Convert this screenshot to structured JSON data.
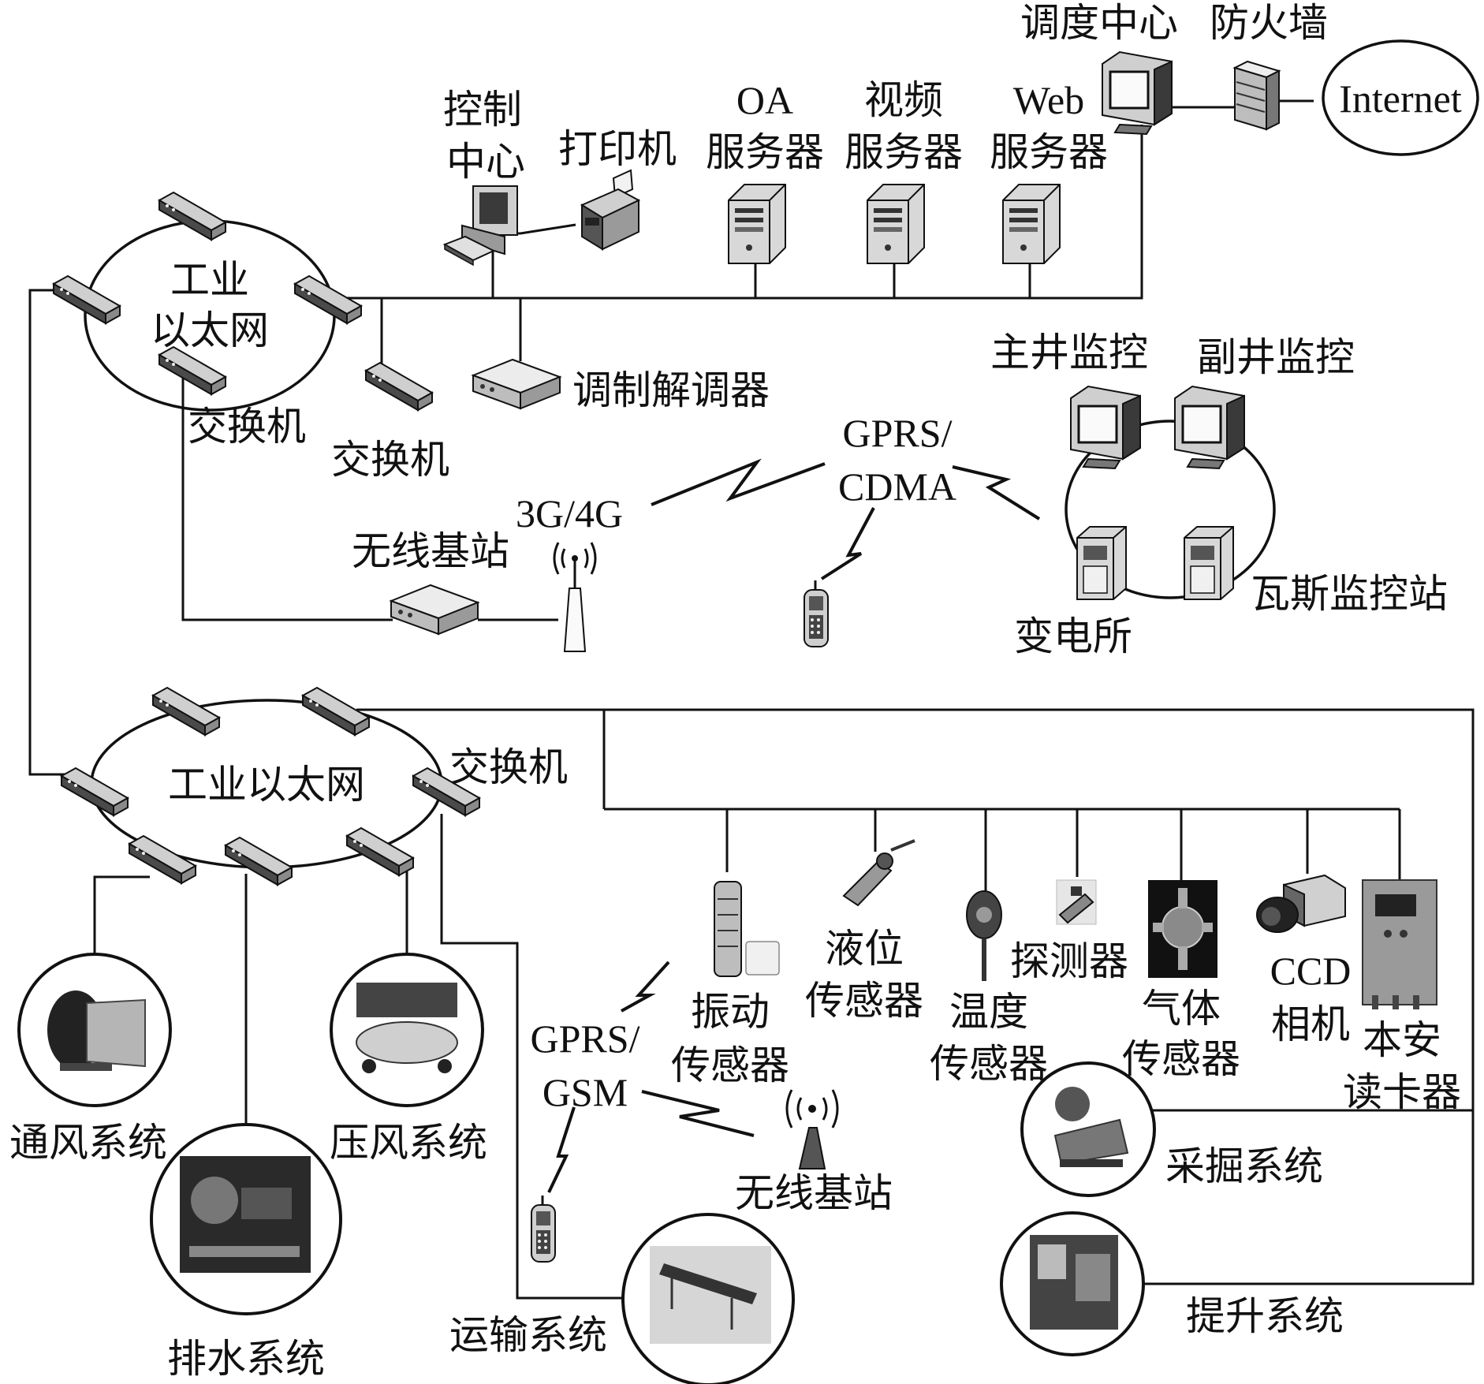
{
  "labels": {
    "dispatch_center": "调度中心",
    "firewall": "防火墙",
    "internet": "Internet",
    "control_center_1": "控制",
    "control_center_2": "中心",
    "printer": "打印机",
    "oa_server_1": "OA",
    "oa_server_2": "服务器",
    "video_server_1": "视频",
    "video_server_2": "服务器",
    "web_server_1": "Web",
    "web_server_2": "服务器",
    "industrial_ethernet_top_1": "工业",
    "industrial_ethernet_top_2": "以太网",
    "switch_top_left": "交换机",
    "switch_top_mid": "交换机",
    "modem": "调制解调器",
    "main_shaft_monitor": "主井监控",
    "aux_shaft_monitor": "副井监控",
    "gprs_cdma_1": "GPRS/",
    "gprs_cdma_2": "CDMA",
    "net_3g4g": "3G/4G",
    "wireless_base_top": "无线基站",
    "substation": "变电所",
    "gas_station": "瓦斯监控站",
    "industrial_ethernet_bottom": "工业以太网",
    "switch_bottom": "交换机",
    "level_sensor_1": "液位",
    "level_sensor_2": "传感器",
    "detector": "探测器",
    "vibration_sensor_1": "振动",
    "vibration_sensor_2": "传感器",
    "temperature_sensor_1": "温度",
    "temperature_sensor_2": "传感器",
    "gas_sensor_1": "气体",
    "gas_sensor_2": "传感器",
    "ccd_camera_1": "CCD",
    "ccd_camera_2": "相机",
    "card_reader_1": "本安",
    "card_reader_2": "读卡器",
    "gprs_gsm_1": "GPRS/",
    "gprs_gsm_2": "GSM",
    "wireless_base_bottom": "无线基站",
    "ventilation": "通风系统",
    "compressed_air": "压风系统",
    "drainage": "排水系统",
    "transport": "运输系统",
    "mining": "采掘系统",
    "hoisting": "提升系统"
  },
  "icons": {
    "computer": "computer-icon",
    "monitor": "monitor-icon",
    "server": "server-icon",
    "switch": "switch-icon",
    "printer": "printer-icon",
    "firewall": "firewall-icon",
    "antenna": "antenna-icon",
    "mobile_phone": "mobile-phone-icon",
    "modem": "modem-icon"
  }
}
